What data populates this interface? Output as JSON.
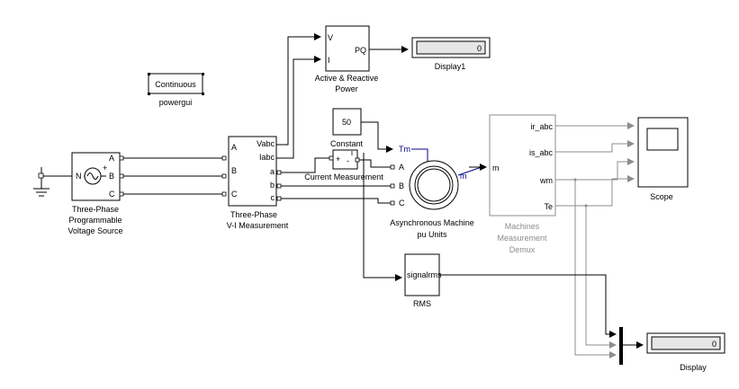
{
  "blocks": {
    "source": {
      "ports": [
        "A",
        "B",
        "C"
      ],
      "symbol": "N",
      "label": [
        "Three-Phase",
        "Programmable",
        "Voltage Source"
      ]
    },
    "vi_meas": {
      "in_ports": [
        "A",
        "B",
        "C"
      ],
      "out_ports": [
        "Vabc",
        "Iabc",
        "a",
        "b",
        "c"
      ],
      "label": [
        "Three-Phase",
        "V-I Measurement"
      ]
    },
    "powergui": {
      "text": "Continuous",
      "label": "powergui"
    },
    "pq": {
      "in_ports": [
        "V",
        "I"
      ],
      "out_port": "PQ",
      "label": [
        "Active & Reactive",
        "Power"
      ]
    },
    "display1": {
      "value": "0",
      "label": "Display1"
    },
    "constant": {
      "value": "50",
      "label": "Constant"
    },
    "current_meas": {
      "plus": "+",
      "minus": "-",
      "i": "i",
      "label": "Current Measurement"
    },
    "machine": {
      "ports": [
        "Tm",
        "A",
        "B",
        "C"
      ],
      "out_port": "m",
      "label": [
        "Asynchronous Machine",
        "pu Units"
      ]
    },
    "demux": {
      "in_port": "m",
      "out_ports": [
        "ir_abc",
        "is_abc",
        "wm",
        "Te"
      ],
      "label": [
        "Machines",
        "Measurement",
        "Demux"
      ]
    },
    "scope": {
      "label": "Scope"
    },
    "rms": {
      "text": "signalrms",
      "label": "RMS"
    },
    "display": {
      "value": "0",
      "label": "Display"
    }
  }
}
